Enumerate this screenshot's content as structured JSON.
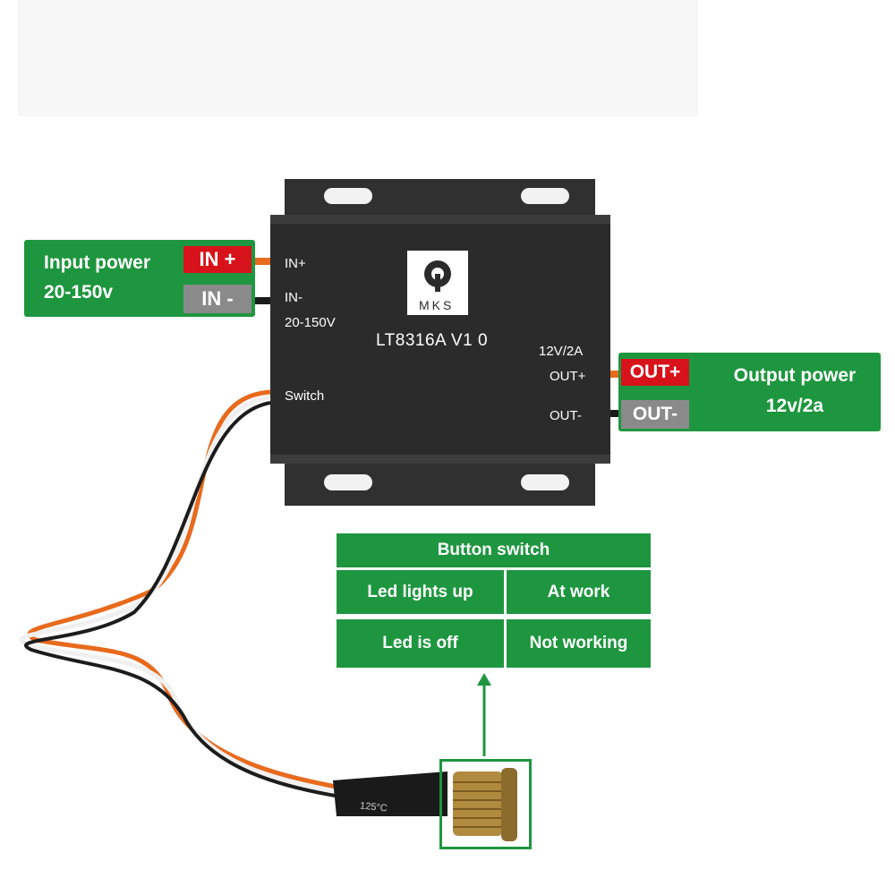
{
  "device": {
    "brand": "MKS",
    "model": "LT8316A V1 0",
    "labels": {
      "in_plus": "IN+",
      "in_minus": "IN-",
      "input_range": "20-150V",
      "switch": "Switch",
      "output_rating": "12V/2A",
      "out_plus": "OUT+",
      "out_minus": "OUT-"
    }
  },
  "input_callout": {
    "title": "Input power",
    "range": "20-150v",
    "plus_tag": "IN +",
    "minus_tag": "IN -"
  },
  "output_callout": {
    "title": "Output power",
    "value": "12v/2a",
    "plus_tag": "OUT+",
    "minus_tag": "OUT-"
  },
  "button_switch_table": {
    "title": "Button switch",
    "rows": [
      {
        "state": "Led lights up",
        "meaning": "At work"
      },
      {
        "state": "Led is off",
        "meaning": "Not working"
      }
    ]
  },
  "cable_marking": "125°C",
  "colors": {
    "callout_green": "#1e963f",
    "plus_red": "#d8121a",
    "minus_gray": "#8a8a8a",
    "device_black": "#2b2b2b"
  }
}
